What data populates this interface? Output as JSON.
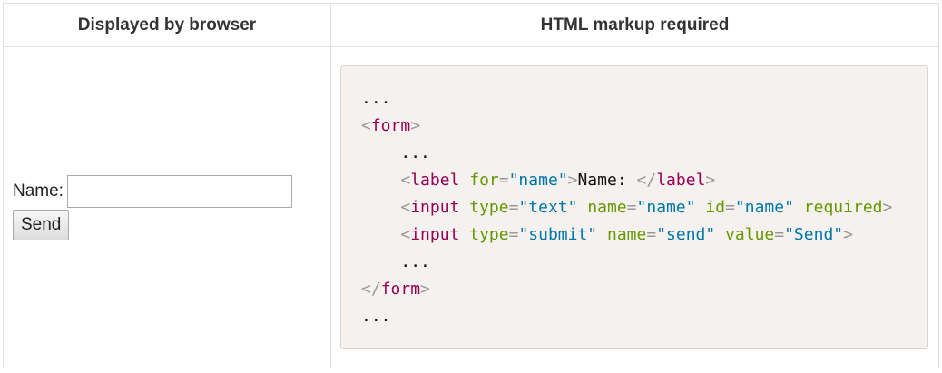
{
  "table": {
    "header_left": "Displayed by browser",
    "header_right": "HTML markup required"
  },
  "preview": {
    "label_text": "Name:",
    "input_value": "",
    "button_label": "Send"
  },
  "code": {
    "line1": "...",
    "form_tag": "form",
    "line3": "...",
    "label_tag": "label",
    "label_for_attr": "for",
    "label_for_val": "\"name\"",
    "label_text": "Name: ",
    "input_tag": "input",
    "type_attr": "type",
    "text_val": "\"text\"",
    "name_attr": "name",
    "name_val": "\"name\"",
    "id_attr": "id",
    "id_val": "\"name\"",
    "required_attr": "required",
    "submit_val": "\"submit\"",
    "send_name_val": "\"send\"",
    "value_attr": "value",
    "value_val": "\"Send\"",
    "line7": "...",
    "line9": "..."
  }
}
